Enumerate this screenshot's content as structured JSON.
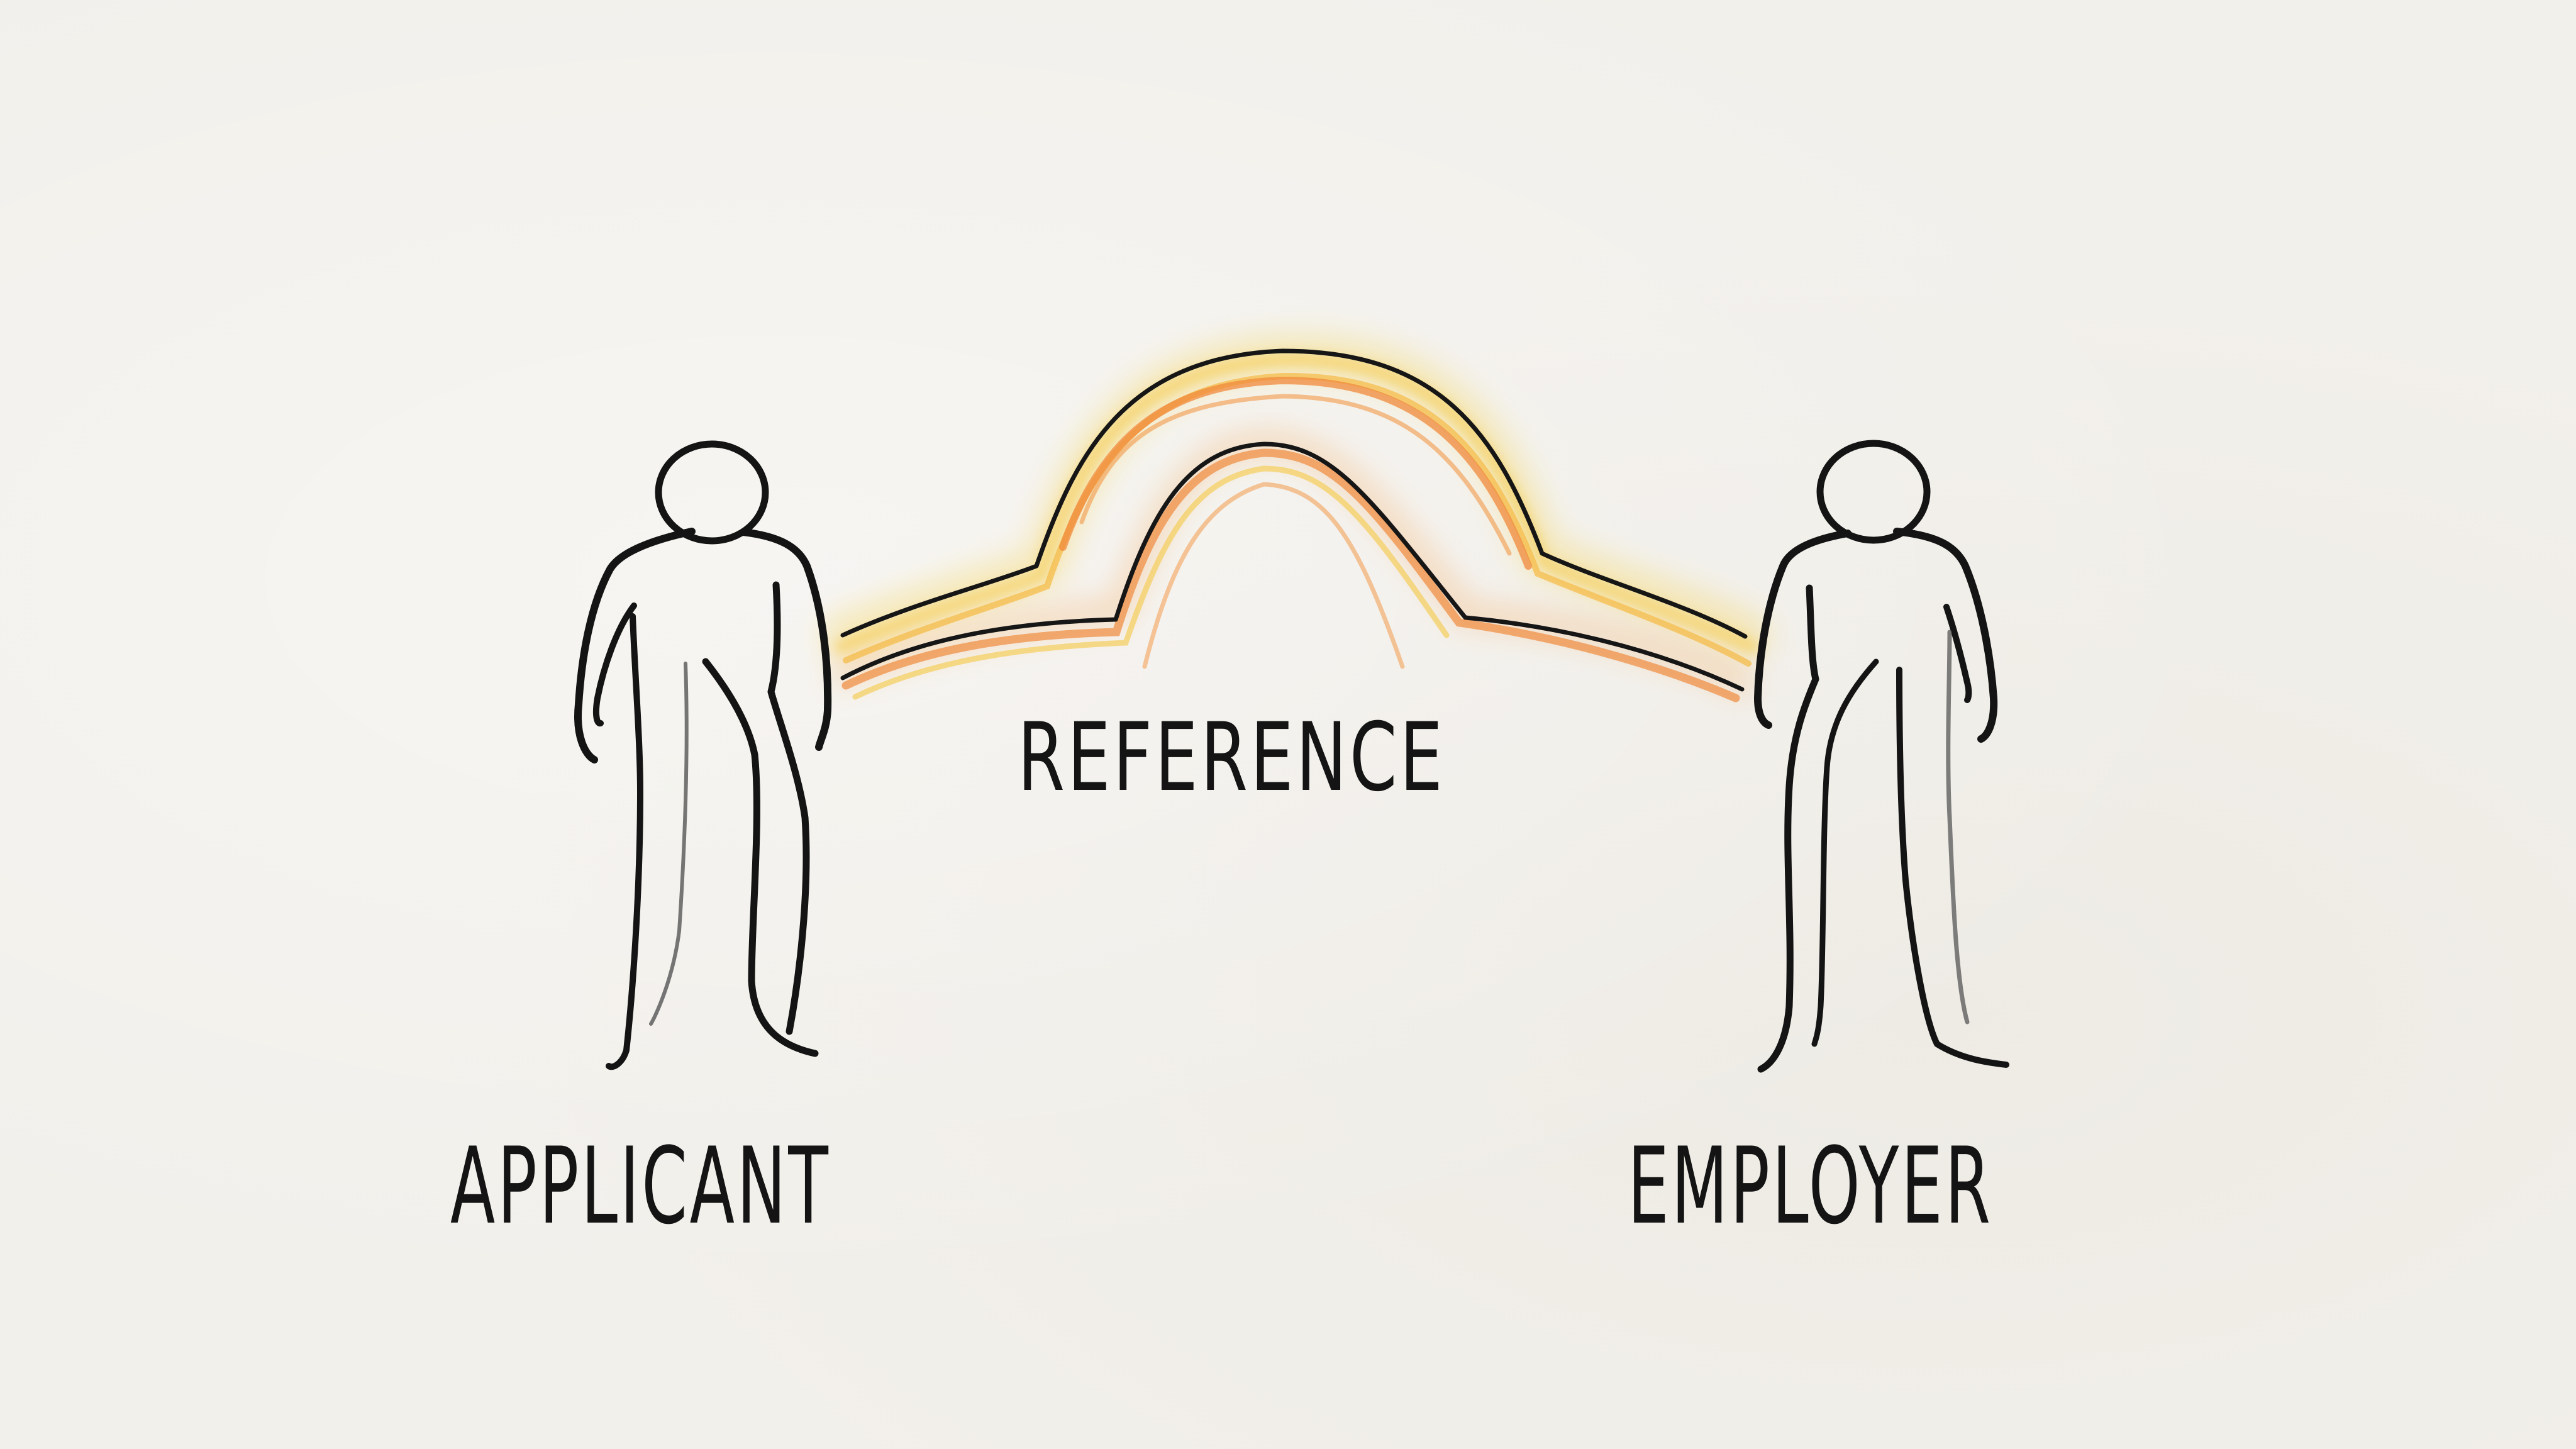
{
  "diagram": {
    "type": "hand-drawn concept illustration",
    "background_color": "#f2f0eb",
    "ink_color": "#141414",
    "accent_colors": {
      "glow_yellow": "#f5c842",
      "glow_orange": "#f08a3c"
    },
    "nodes": [
      {
        "id": "applicant",
        "label": "APPLICANT",
        "icon": "person-figure-icon",
        "position": "left"
      },
      {
        "id": "employer",
        "label": "EMPLOYER",
        "icon": "person-figure-icon",
        "position": "right"
      }
    ],
    "connector": {
      "label": "REFERENCE",
      "icon": "bridge-arch-icon",
      "from": "applicant",
      "to": "employer",
      "style": "double arched bridge with yellow-orange glow"
    }
  }
}
